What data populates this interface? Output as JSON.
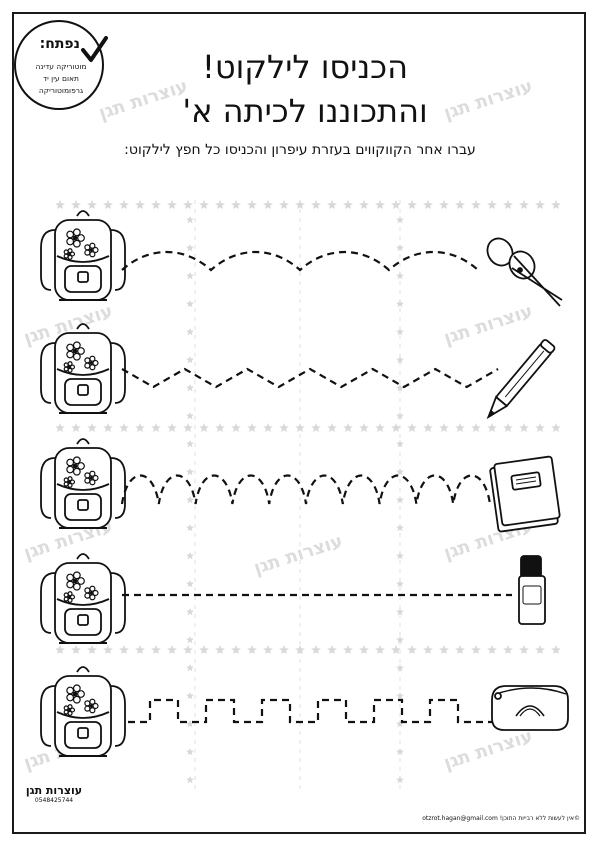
{
  "title_line1": "הכניסו לילקוט!",
  "title_line2": "והתכוננו לכיתה א'",
  "instruction": "עברו אחר הקווקווים בעזרת עיפרון והכניסו כל חפץ לילקוט:",
  "badge": {
    "title": "נפתח:",
    "lines": [
      "מוטוריקה עדינה",
      "תאום עין יד",
      "גרפומוטוריקה"
    ]
  },
  "rows": [
    {
      "pattern": "wave",
      "item": "scissors-icon"
    },
    {
      "pattern": "zigzag",
      "item": "pencil-icon"
    },
    {
      "pattern": "loops",
      "item": "notebook-icon"
    },
    {
      "pattern": "dashed-line",
      "item": "glue-stick-icon"
    },
    {
      "pattern": "square-wave",
      "item": "pencil-case-icon"
    }
  ],
  "watermark_text": "עוצרות תגן",
  "footer": {
    "logo_text": "עוצרות תגן",
    "phone": "0548425744",
    "copyright": "©אין לעשות ללא רבייות התוכן! otzrot.hagan@gmail.com"
  }
}
